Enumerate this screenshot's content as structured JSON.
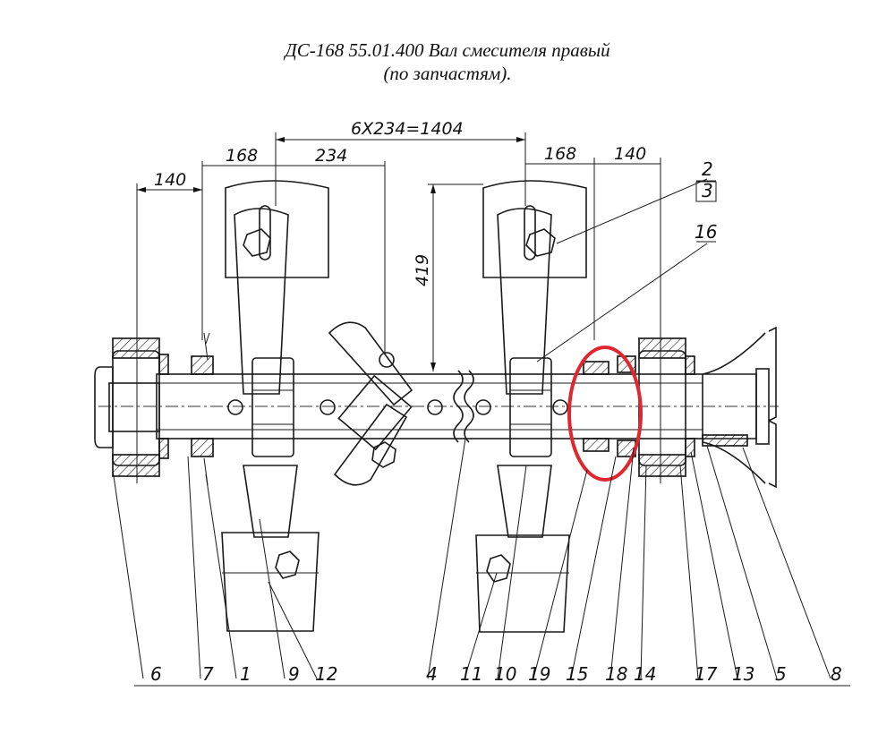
{
  "title": {
    "line1": "ДС-168 55.01.400 Вал смесителя правый",
    "line2": "(по запчастям)."
  },
  "dimensions": {
    "d140_left": "140",
    "d168_left": "168",
    "d234": "234",
    "d_total": "6Х234=1404",
    "d168_right": "168",
    "d140_right": "140",
    "d419": "419"
  },
  "part_labels": {
    "bottom": [
      "6",
      "7",
      "1",
      "9",
      "12",
      "4",
      "11",
      "10",
      "19",
      "15",
      "18",
      "14",
      "17",
      "13",
      "5",
      "8"
    ],
    "top": [
      "2",
      "3",
      "16"
    ]
  },
  "colors": {
    "line": "#1a1a1a",
    "highlight": "#e0262f",
    "background": "#ffffff"
  }
}
